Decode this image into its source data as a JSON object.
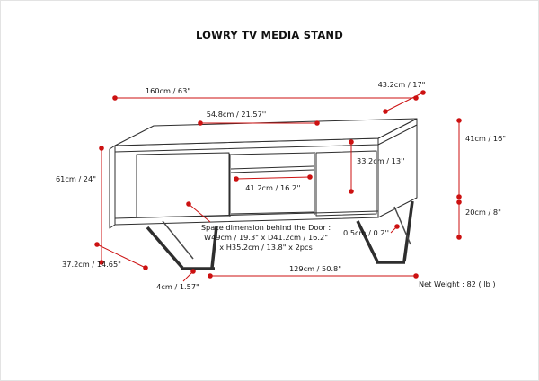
{
  "title": "LOWRY TV MEDIA STAND",
  "colors": {
    "dimension_red": "#cc1111",
    "drawing_line": "#2e2e2e"
  },
  "dimensions": {
    "top_width": "160cm / 63\"",
    "top_depth": "43.2cm / 17\"",
    "opening_width": "54.8cm / 21.57''",
    "cabinet_height": "41cm / 16\"",
    "interior_height": "33.2cm / 13''",
    "total_height": "61cm / 24\"",
    "shelf_width": "41.2cm / 16.2''",
    "leg_height": "20cm / 8\"",
    "panel_gap": "0.5cm / 0.2''",
    "base_depth": "37.2cm / 14.65\"",
    "leg_thickness": "4cm / 1.57\"",
    "base_width": "129cm / 50.8\""
  },
  "door_space_note": {
    "line1": "Space dimension behind the Door :",
    "line2": "W49cm / 19.3\" x D41.2cm / 16.2\"",
    "line3": "x H35.2cm / 13.8\" x 2pcs"
  },
  "net_weight": "Net Weight : 82 ( lb )"
}
